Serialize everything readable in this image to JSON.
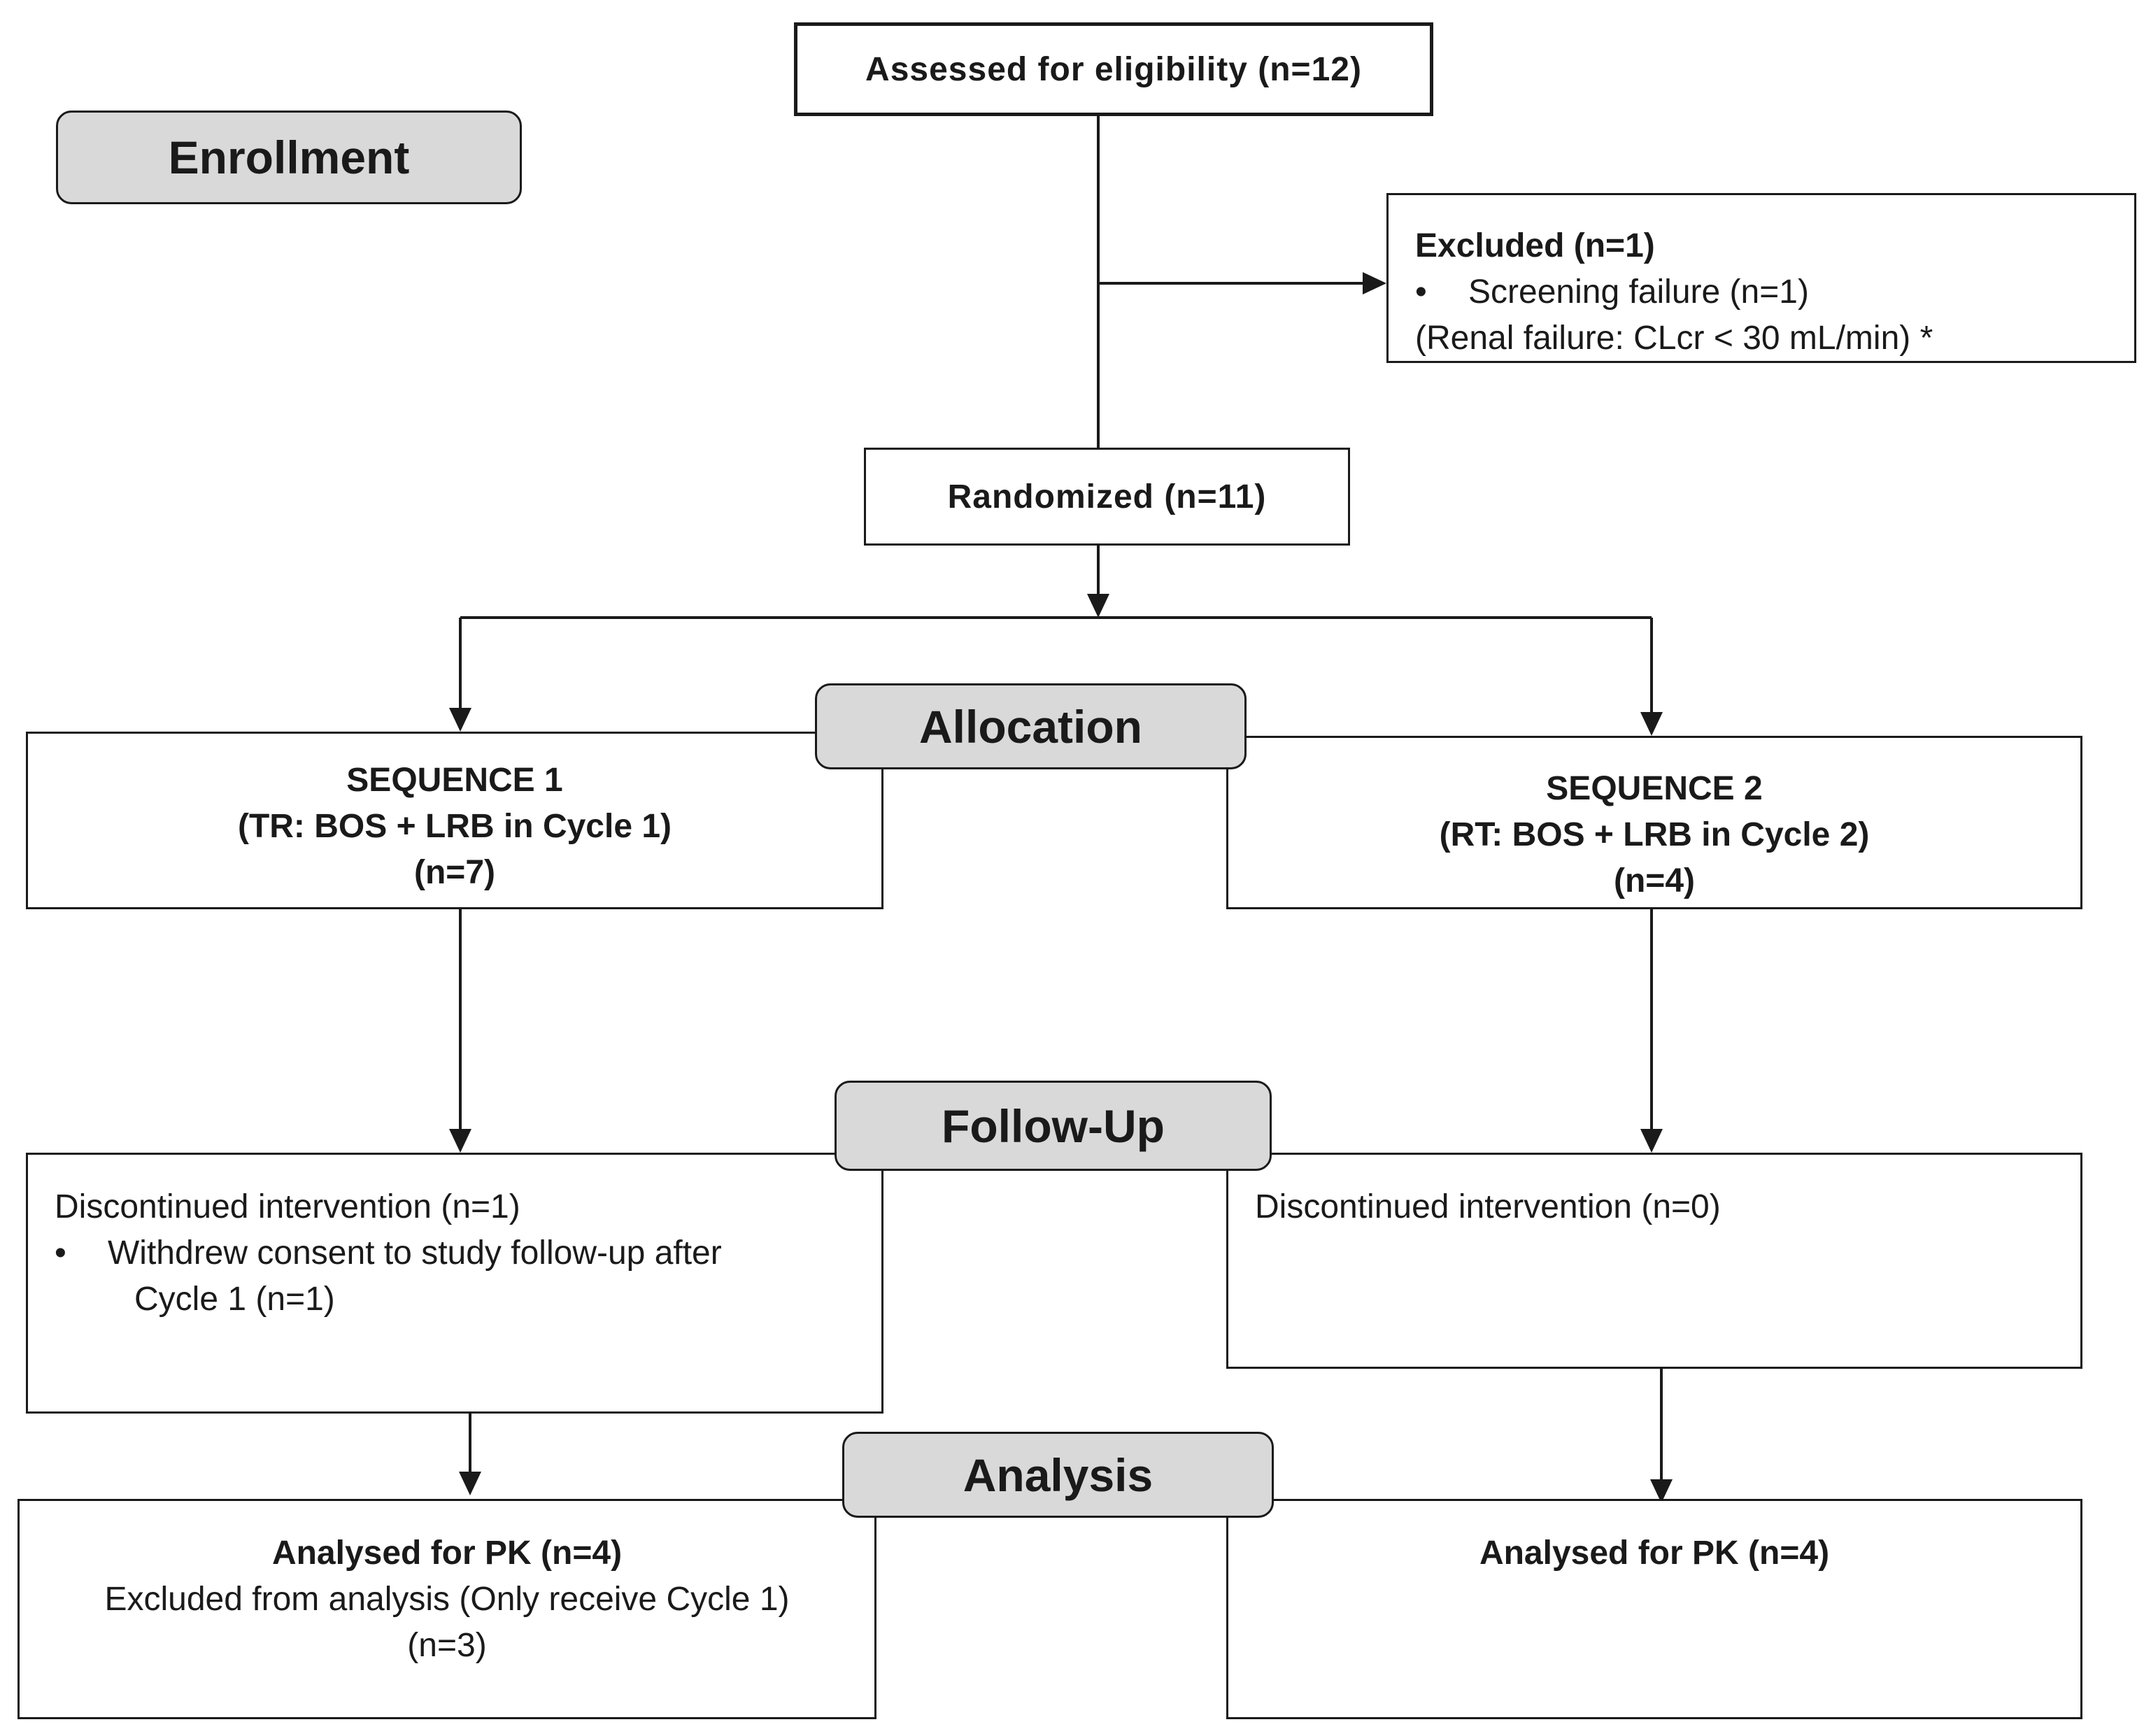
{
  "stages": {
    "enrollment": "Enrollment",
    "allocation": "Allocation",
    "follow_up": "Follow-Up",
    "analysis": "Analysis"
  },
  "assessed": "Assessed for eligibility (n=12)",
  "excluded": {
    "title": "Excluded (n=1)",
    "bullet": "Screening failure (n=1)",
    "note": "(Renal failure: CLcr < 30 mL/min) *"
  },
  "randomized": "Randomized (n=11)",
  "sequence1": {
    "title": "SEQUENCE 1",
    "detail": "(TR: BOS + LRB in Cycle 1)",
    "n": "(n=7)"
  },
  "sequence2": {
    "title": "SEQUENCE 2",
    "detail": "(RT: BOS + LRB in Cycle 2)",
    "n": "(n=4)"
  },
  "followup1": {
    "title": "Discontinued intervention (n=1)",
    "bullet_line1": "Withdrew consent to study follow-up after",
    "bullet_line2": "Cycle 1 (n=1)"
  },
  "followup2": {
    "title": "Discontinued intervention (n=0)"
  },
  "analysis1": {
    "title": "Analysed for PK (n=4)",
    "excluded_line1": "Excluded from analysis (Only receive Cycle 1)",
    "excluded_line2": "(n=3)"
  },
  "analysis2": {
    "title": "Analysed for PK (n=4)"
  },
  "colors": {
    "stage_fill": "#d9d9d9",
    "line": "#1a1a1a",
    "box_fill": "#ffffff"
  }
}
